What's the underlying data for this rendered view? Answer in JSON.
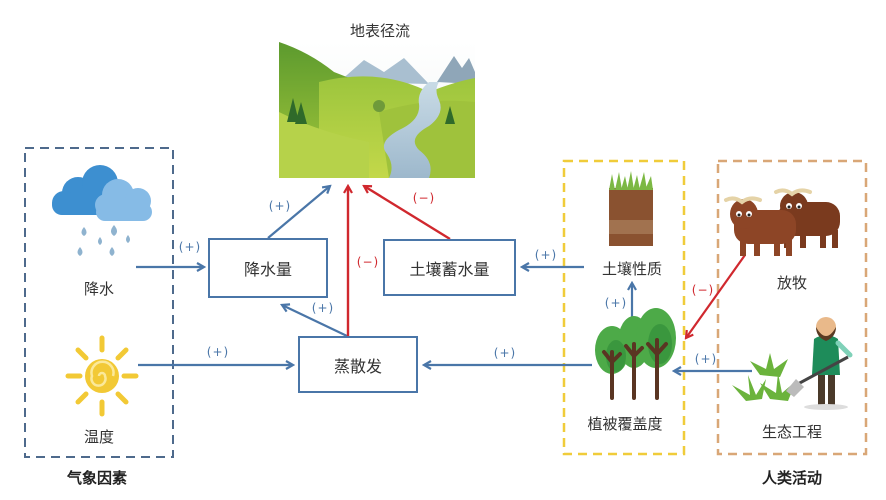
{
  "title": "地表径流",
  "groups": {
    "weather": {
      "title": "气象因素",
      "color": "#4e6a8c"
    },
    "land": {
      "title": "",
      "color": "#f0cc3a"
    },
    "human": {
      "title": "人类活动",
      "color": "#d9a777"
    }
  },
  "factors": {
    "precipitation": "降水",
    "temperature": "温度",
    "soil_property": "土壤性质",
    "vegetation_cover": "植被覆盖度",
    "grazing": "放牧",
    "eco_engineering": "生态工程"
  },
  "process_boxes": {
    "precip_amount": "降水量",
    "evapotranspiration": "蒸散发",
    "soil_water_storage": "土壤蓄水量"
  },
  "signs": {
    "precip_to_amount": "(+)",
    "amount_to_runoff": "(+)",
    "et_to_amount": "(+)",
    "et_to_runoff": "(−)",
    "soil_to_runoff": "(−)",
    "temp_to_et": "(+)",
    "soilprop_to_storage": "(+)",
    "veg_to_et": "(+)",
    "veg_to_soilprop": "(+)",
    "grazing_to_veg": "(−)",
    "eco_to_veg": "(+)"
  },
  "colors": {
    "positive": "#4a76a8",
    "negative": "#d0282e"
  }
}
